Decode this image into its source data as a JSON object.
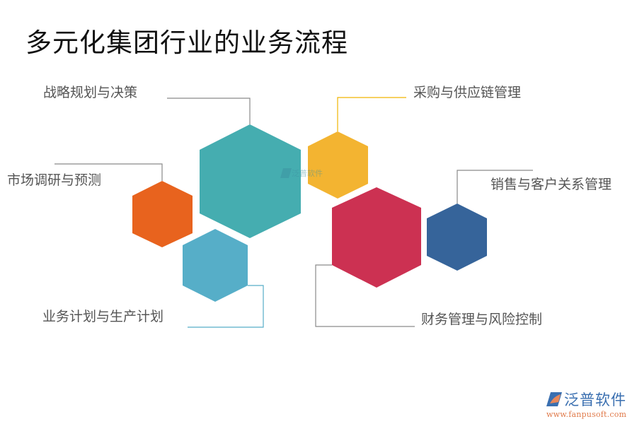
{
  "title": "多元化集团行业的业务流程",
  "items": [
    {
      "id": "strategy",
      "label": "战略规划与决策",
      "color": "#45adb0"
    },
    {
      "id": "market",
      "label": "市场调研与预测",
      "color": "#e8631e"
    },
    {
      "id": "procurement",
      "label": "采购与供应链管理",
      "color": "#f3b431"
    },
    {
      "id": "sales",
      "label": "销售与客户关系管理",
      "color": "#36649a"
    },
    {
      "id": "planning",
      "label": "业务计划与生产计划",
      "color": "#56aec8"
    },
    {
      "id": "finance",
      "label": "财务管理与风险控制",
      "color": "#cc3152"
    }
  ],
  "connector_colors": {
    "gray": "#8a8a8a",
    "yellow": "#f0b400",
    "blue": "#56aec8"
  },
  "watermark": {
    "text": "泛普软件"
  },
  "logo": {
    "name": "泛普软件",
    "url": "www.fanpusoft.com"
  }
}
